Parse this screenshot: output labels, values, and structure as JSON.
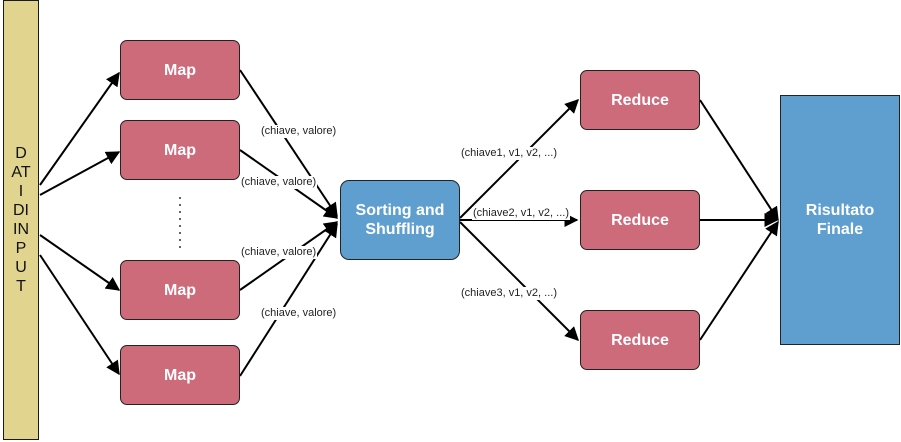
{
  "input": {
    "text": "DATI DI INPUT",
    "color": "#e0d48f"
  },
  "map_nodes": [
    "Map",
    "Map",
    "Map",
    "Map"
  ],
  "ellipsis": "⋮",
  "sort": {
    "label": "Sorting and Shuffling",
    "color": "#5f9fcf"
  },
  "reduce_nodes": [
    "Reduce",
    "Reduce",
    "Reduce"
  ],
  "result": {
    "label": "Risultato Finale",
    "color": "#5f9fcf"
  },
  "map_edge_labels": [
    "(chiave, valore)",
    "(chiave, valore)",
    "(chiave, valore)",
    "(chiave, valore)"
  ],
  "reduce_edge_labels": [
    "(chiave1, v1, v2, ...)",
    "(chiave2, v1, v2, ...)",
    "(chiave3, v1, v2, ...)"
  ],
  "colors": {
    "map_reduce": "#cd6b7b",
    "edge": "#000000"
  }
}
